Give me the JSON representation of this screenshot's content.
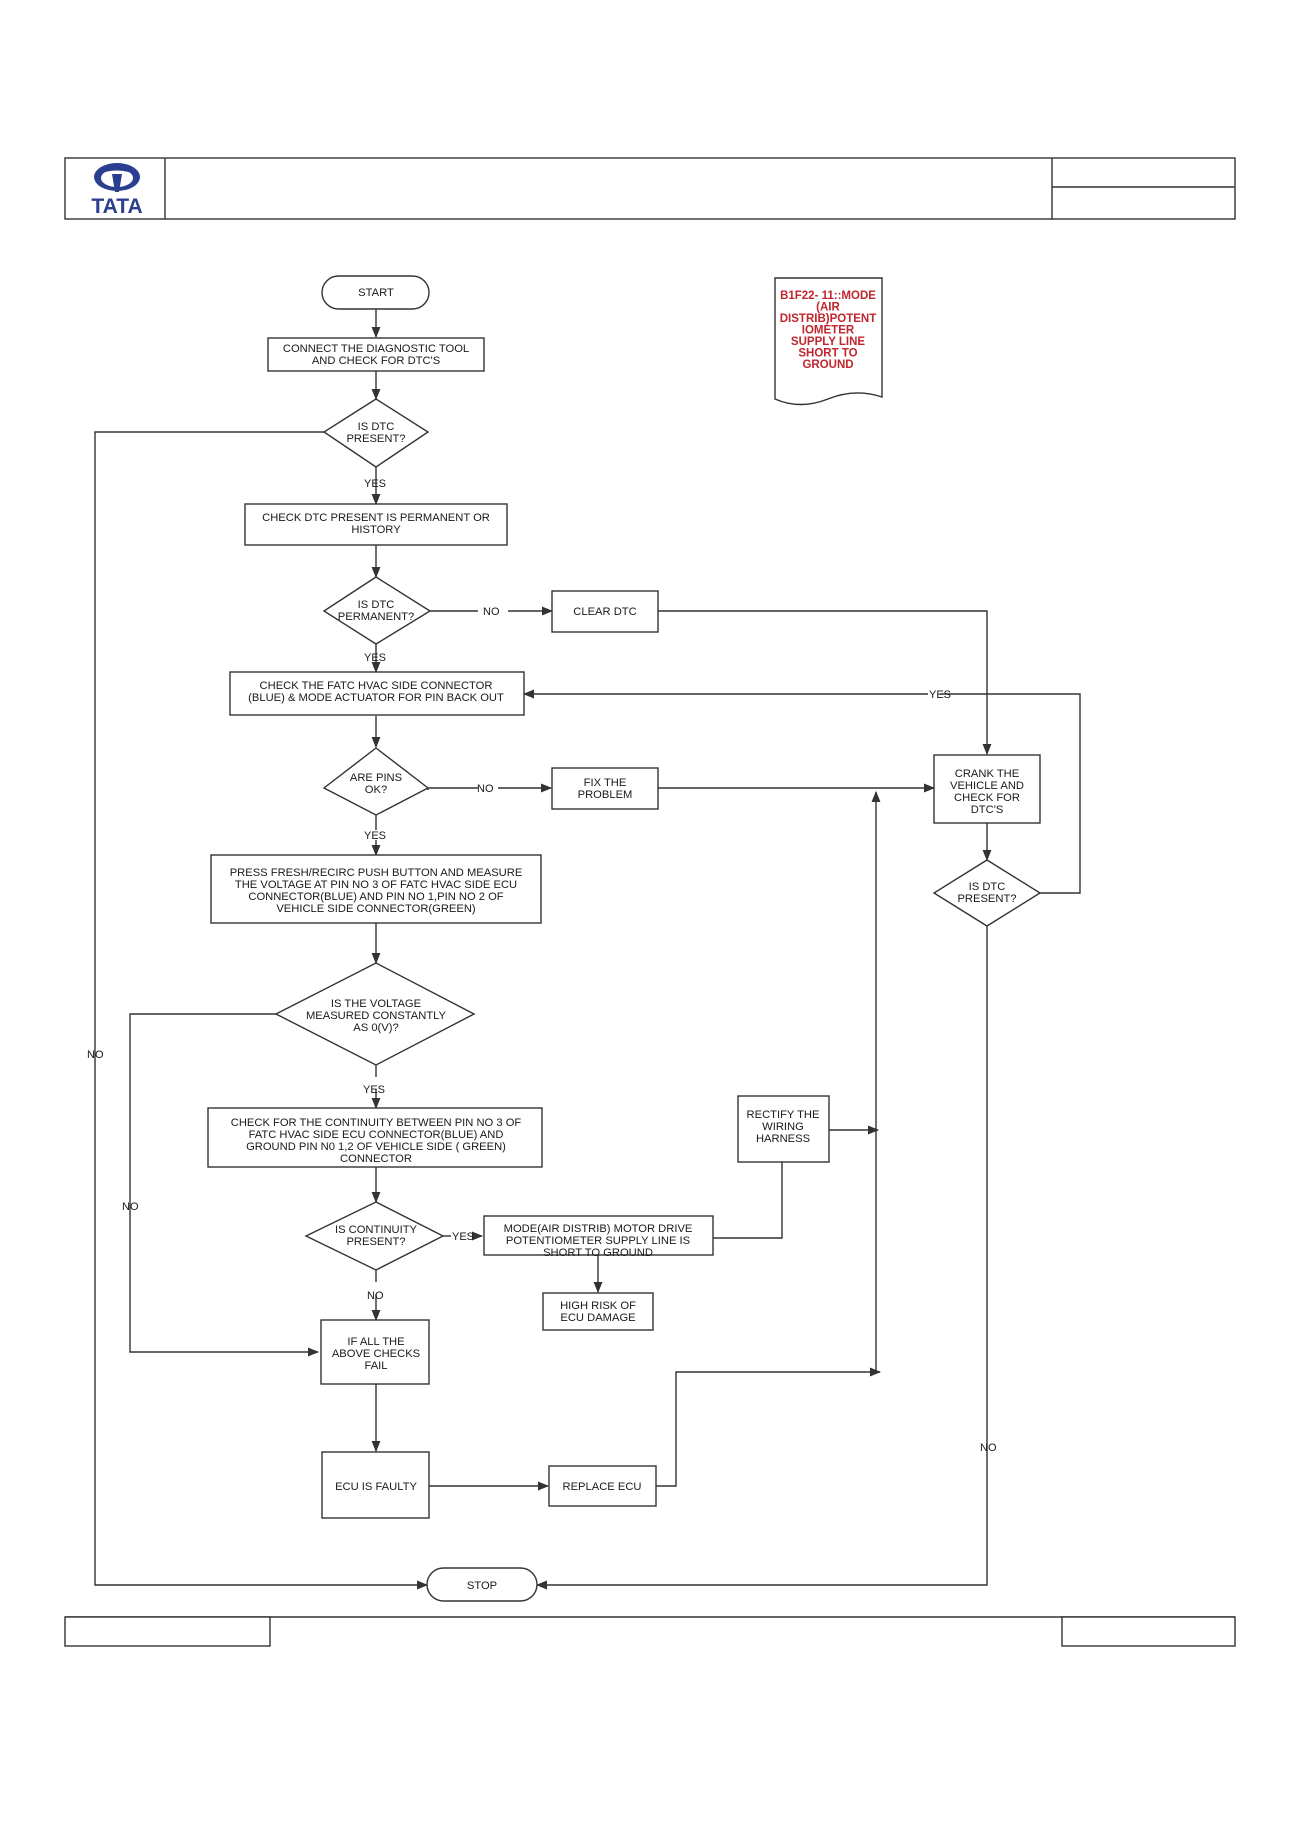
{
  "header": {
    "logo_text": "TATA"
  },
  "nodes": {
    "start": {
      "lines": [
        "START"
      ]
    },
    "connect": {
      "lines": [
        "CONNECT THE DIAGNOSTIC TOOL",
        "AND CHECK FOR  DTC'S"
      ]
    },
    "dtc_present1": {
      "lines": [
        "IS  DTC",
        "PRESENT?"
      ]
    },
    "check_perm": {
      "lines": [
        "CHECK DTC  PRESENT IS PERMANENT OR",
        "HISTORY"
      ]
    },
    "is_perm": {
      "lines": [
        "IS  DTC",
        "PERMANENT?"
      ]
    },
    "clear_dtc": {
      "lines": [
        "CLEAR DTC"
      ]
    },
    "check_conn": {
      "lines": [
        "CHECK THE FATC HVAC SIDE CONNECTOR",
        "(BLUE) & MODE ACTUATOR FOR PIN BACK OUT"
      ]
    },
    "pins_ok": {
      "lines": [
        "ARE PINS",
        "OK?"
      ]
    },
    "fix": {
      "lines": [
        "FIX THE",
        "PROBLEM"
      ]
    },
    "crank": {
      "lines": [
        "CRANK THE",
        "VEHICLE AND",
        "CHECK FOR",
        "DTC'S"
      ]
    },
    "dtc_present2": {
      "lines": [
        "IS  DTC",
        "PRESENT?"
      ]
    },
    "press": {
      "lines": [
        "PRESS FRESH/RECIRC PUSH BUTTON AND MEASURE",
        "THE VOLTAGE AT PIN NO 3  OF FATC HVAC SIDE ECU",
        "CONNECTOR(BLUE) AND PIN NO 1,PIN NO 2 OF",
        "VEHICLE SIDE CONNECTOR(GREEN)"
      ]
    },
    "voltage": {
      "lines": [
        "IS  THE VOLTAGE",
        "MEASURED CONSTANTLY",
        "AS 0(V)?"
      ]
    },
    "continuity_check": {
      "lines": [
        "CHECK FOR THE CONTINUITY BETWEEN PIN NO 3 OF",
        "FATC HVAC SIDE ECU CONNECTOR(BLUE) AND",
        "GROUND  PIN N0 1,2 OF VEHICLE SIDE ( GREEN)",
        "CONNECTOR"
      ]
    },
    "rectify": {
      "lines": [
        "RECTIFY THE",
        "WIRING",
        "HARNESS"
      ]
    },
    "is_cont": {
      "lines": [
        "IS CONTINUITY",
        "PRESENT?"
      ]
    },
    "mode_short": {
      "lines": [
        "MODE(AIR DISTRIB) MOTOR DRIVE",
        "POTENTIOMETER SUPPLY  LINE IS",
        "SHORT TO GROUND"
      ]
    },
    "high_risk": {
      "lines": [
        "HIGH RISK OF",
        "ECU DAMAGE"
      ]
    },
    "all_fail": {
      "lines": [
        "IF ALL THE",
        "ABOVE CHECKS",
        "FAIL"
      ]
    },
    "ecu_faulty": {
      "lines": [
        "ECU IS FAULTY"
      ]
    },
    "replace": {
      "lines": [
        "REPLACE ECU"
      ]
    },
    "stop": {
      "lines": [
        "STOP"
      ]
    },
    "doc_note": {
      "lines": [
        "B1F22- 11::MODE",
        "(AIR",
        "DISTRIB)POTENT",
        "IOMETER",
        "SUPPLY LINE",
        "SHORT TO",
        "GROUND"
      ]
    }
  },
  "edge_labels": {
    "yes1": "YES",
    "no_perm": "NO",
    "yes_perm": "YES",
    "yes_loop": "YES",
    "no_pins": "NO",
    "yes_pins": "YES",
    "yes_volt": "YES",
    "no_left": "NO",
    "no_volt": "NO",
    "yes_cont": "YES",
    "no_cont": "NO",
    "no_right": "NO"
  },
  "colors": {
    "logo_blue": "#2b3f91",
    "note_red": "#c0262d",
    "line": "#333333"
  }
}
